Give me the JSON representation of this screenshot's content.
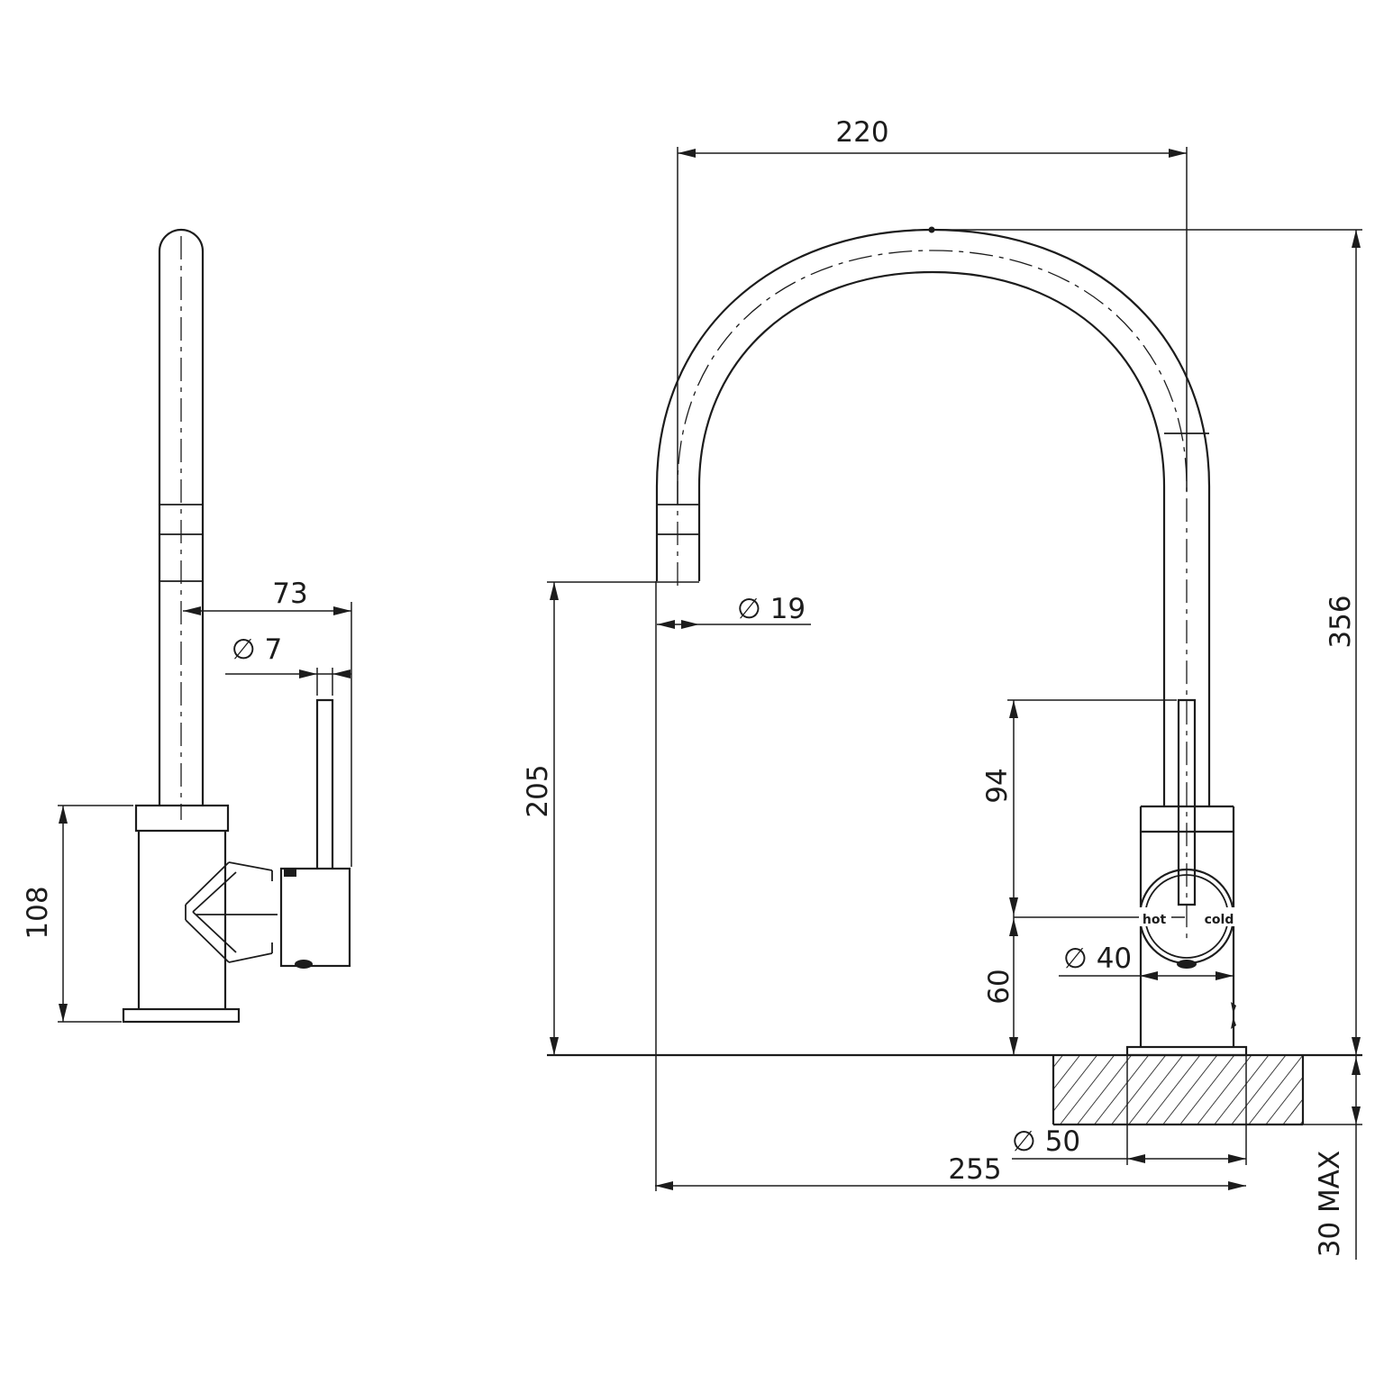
{
  "drawing": {
    "background": "#ffffff",
    "line_color": "#1c1c1c",
    "units_implied": "mm",
    "views": {
      "side_view": "tap side elevation",
      "front_view": "tap front elevation with gooseneck spout"
    },
    "dimensions": {
      "spout_reach_top": "220",
      "side_handle_reach": "73",
      "lever_diameter": "∅ 7",
      "side_body_height": "108",
      "spout_clearance": "205",
      "spout_tube_diameter": "∅ 19",
      "lever_to_center": "94",
      "center_to_bench": "60",
      "handle_body_diameter": "∅ 40",
      "overall_height": "356",
      "base_diameter": "∅ 50",
      "total_reach": "255",
      "bench_max_thickness": "30 MAX"
    },
    "markings": {
      "hot": "hot",
      "cold": "cold"
    }
  }
}
